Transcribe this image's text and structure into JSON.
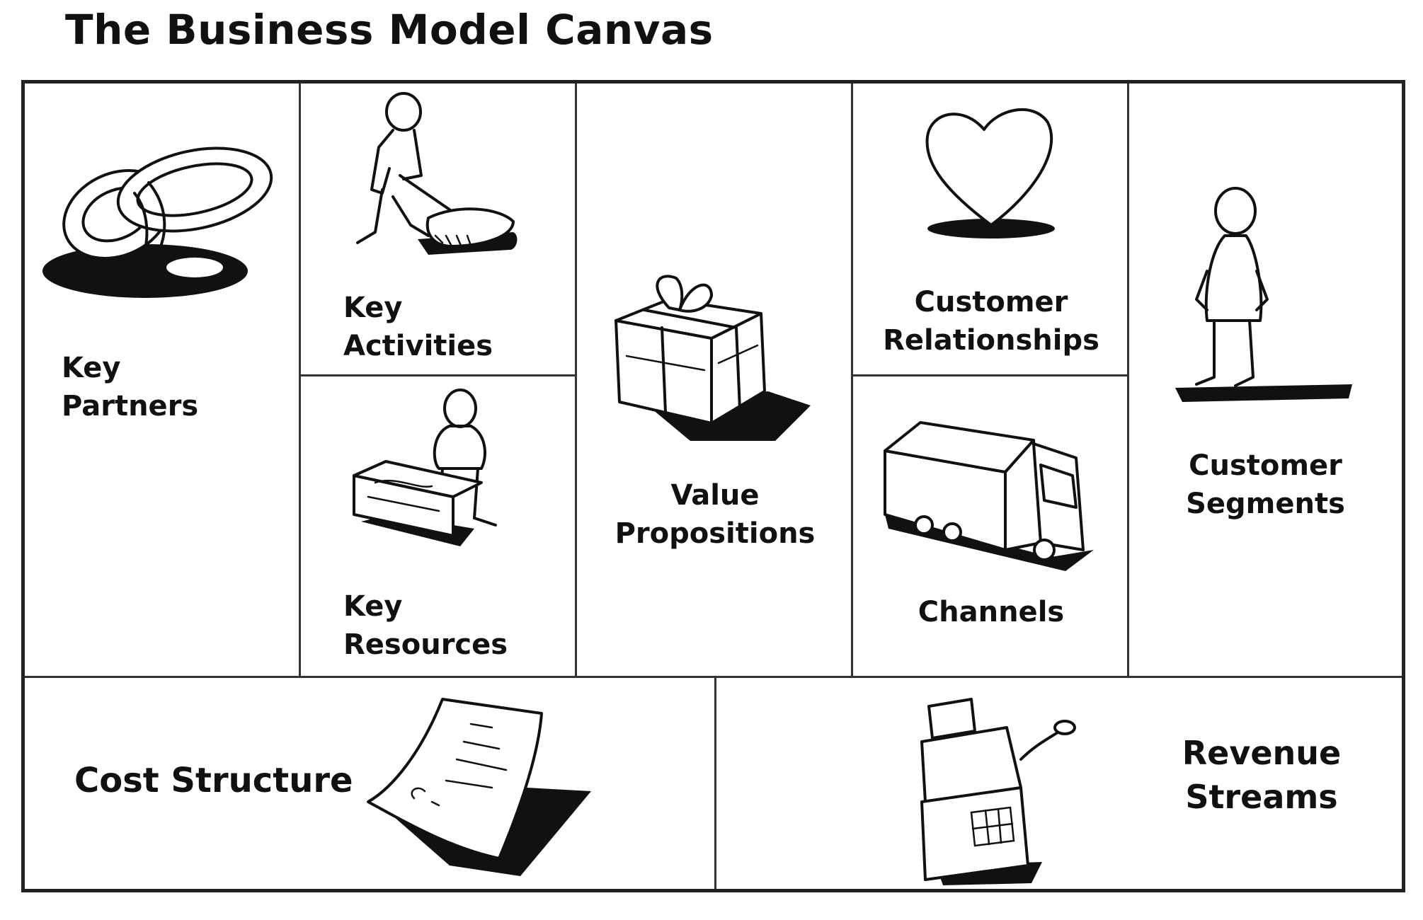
{
  "title": "The Business Model Canvas",
  "blocks": {
    "key_partners": {
      "line1": "Key",
      "line2": "Partners",
      "icon": "interlocked-rings-icon"
    },
    "key_activities": {
      "line1": "Key",
      "line2": "Activities",
      "icon": "person-working-icon"
    },
    "key_resources": {
      "line1": "Key",
      "line2": "Resources",
      "icon": "person-with-supplies-icon"
    },
    "value_propositions": {
      "line1": "Value",
      "line2": "Propositions",
      "icon": "gift-box-icon"
    },
    "customer_relationships": {
      "line1": "Customer",
      "line2": "Relationships",
      "icon": "heart-icon"
    },
    "channels": {
      "line1": "Channels",
      "icon": "delivery-truck-icon"
    },
    "customer_segments": {
      "line1": "Customer",
      "line2": "Segments",
      "icon": "standing-person-icon"
    },
    "cost_structure": {
      "line1": "Cost Structure",
      "icon": "invoice-paper-icon"
    },
    "revenue_streams": {
      "line1": "Revenue",
      "line2": "Streams",
      "icon": "cash-register-icon"
    }
  }
}
